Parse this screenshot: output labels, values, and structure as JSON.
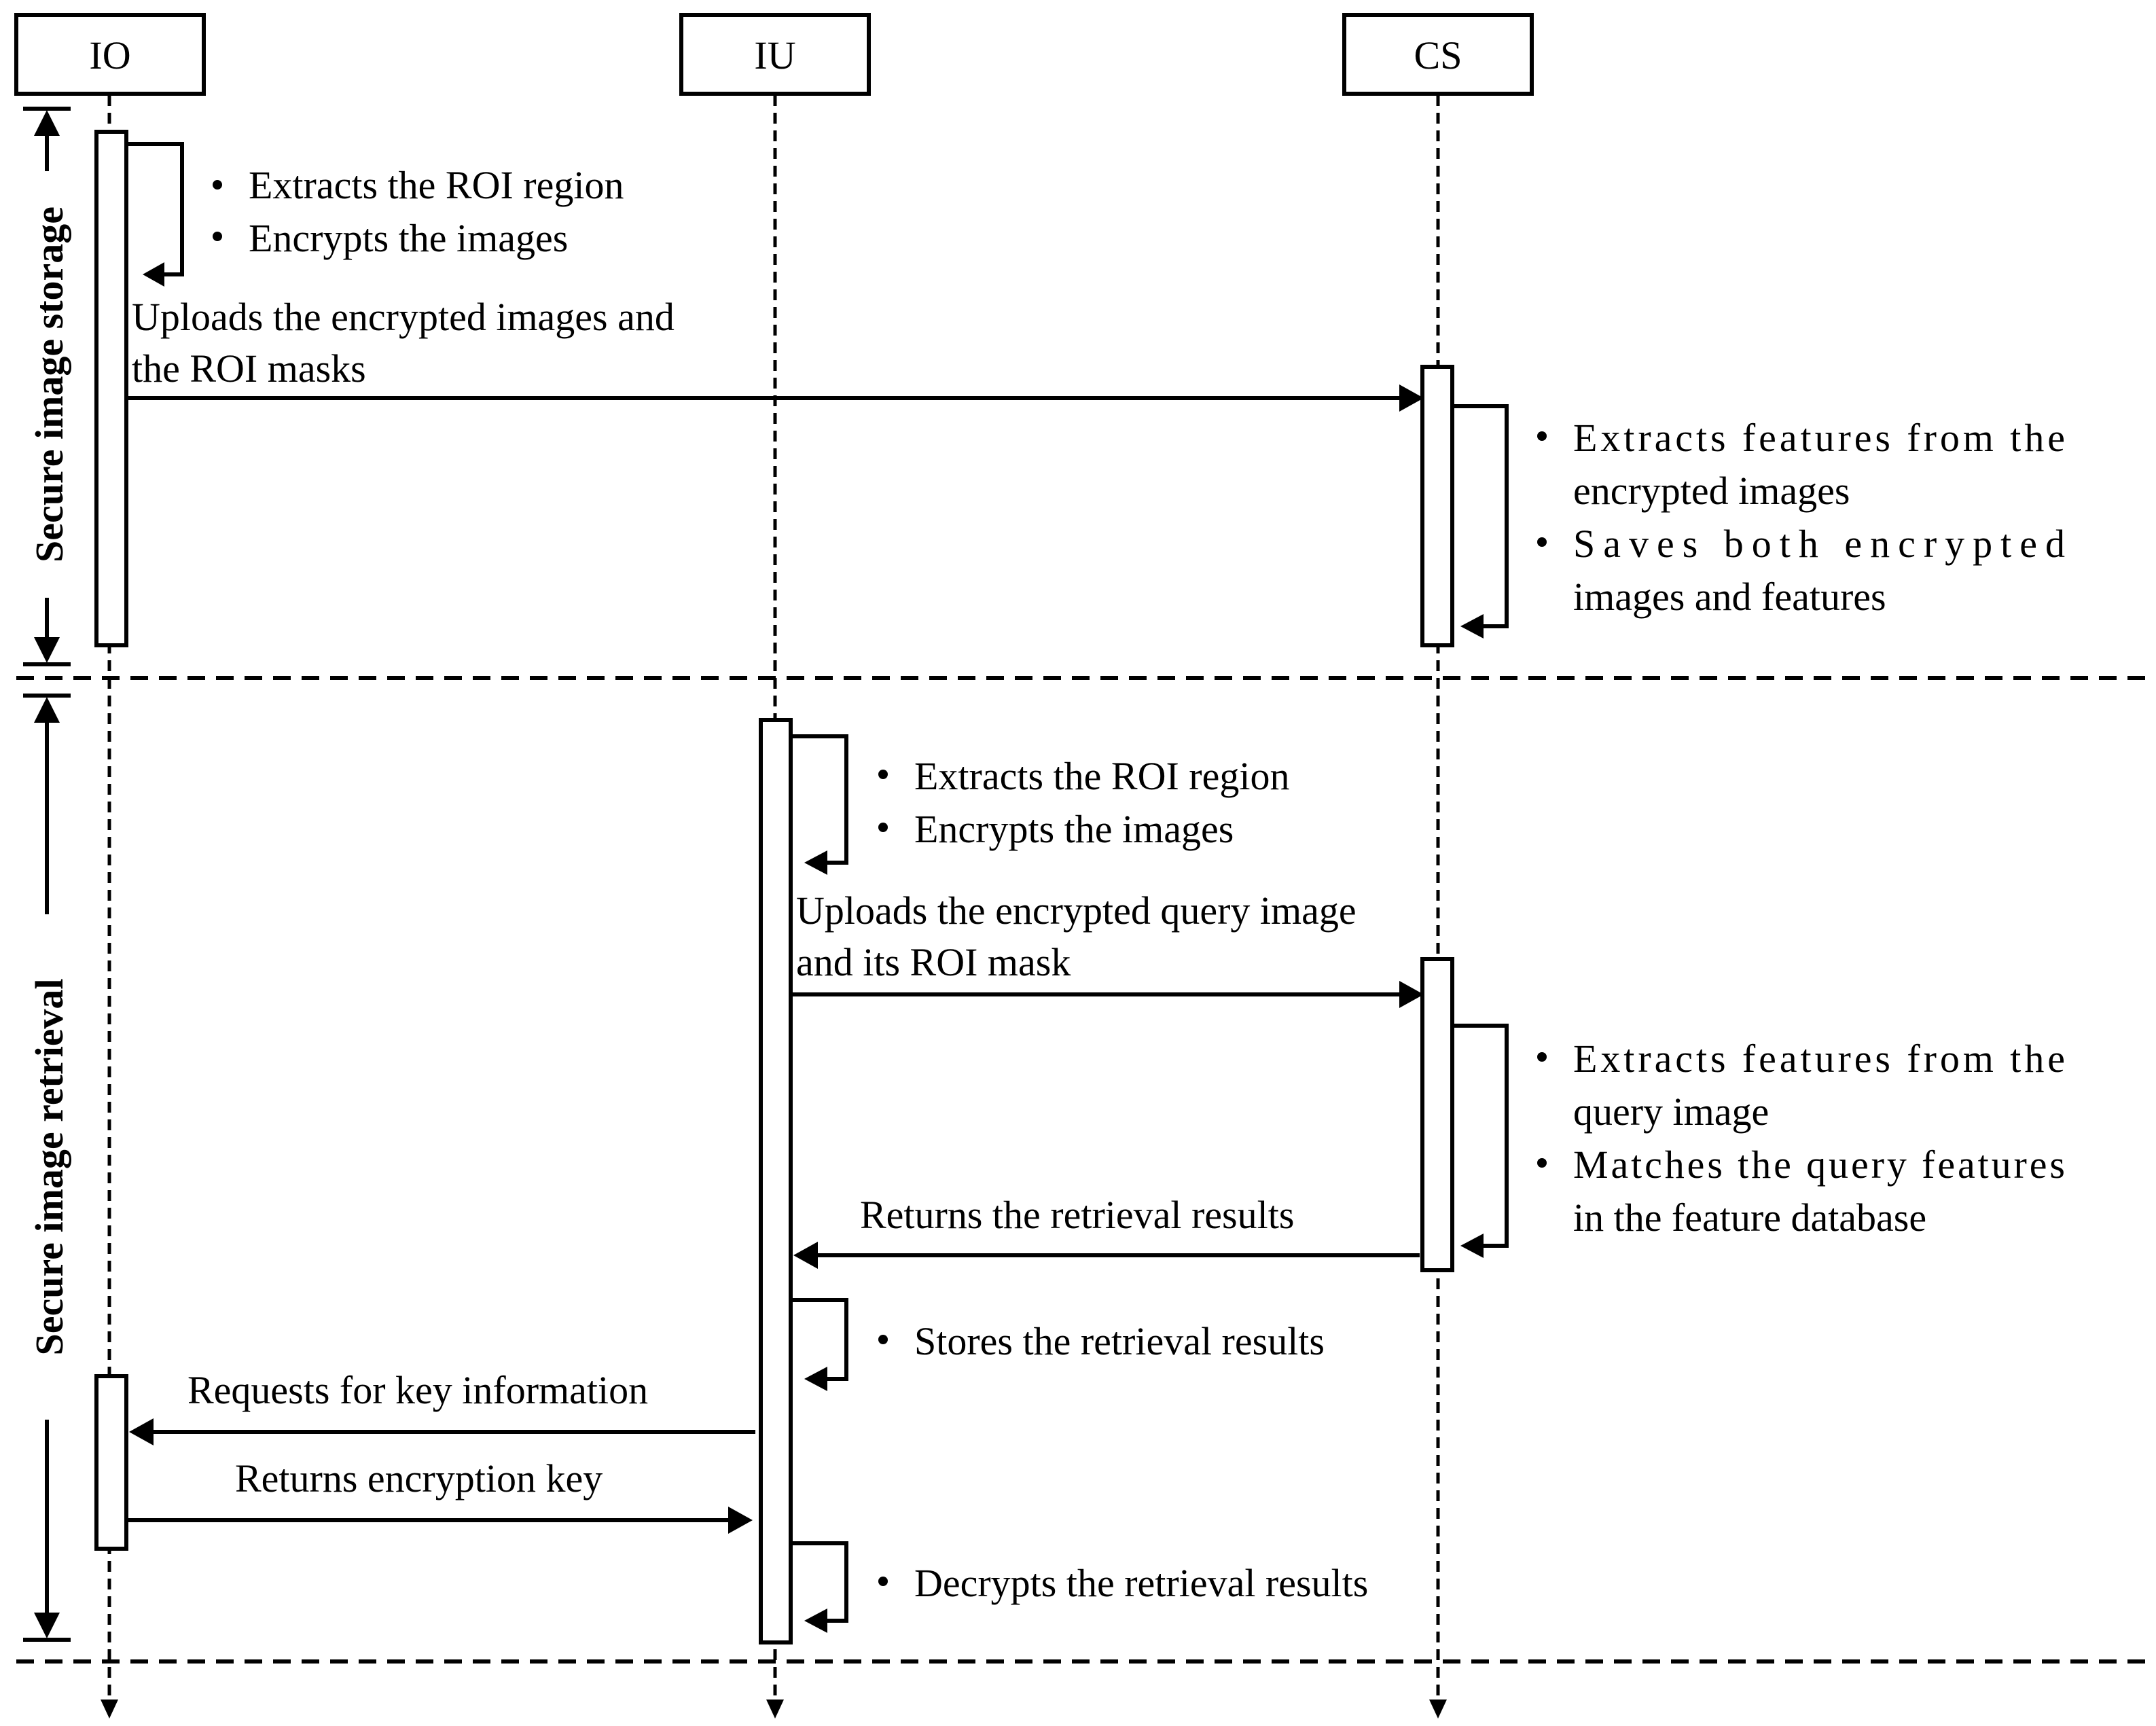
{
  "actors": [
    {
      "id": "io",
      "label": "IO"
    },
    {
      "id": "iu",
      "label": "IU"
    },
    {
      "id": "cs",
      "label": "CS"
    }
  ],
  "phases": [
    {
      "id": "storage",
      "label": "Secure image storage"
    },
    {
      "id": "retrieval",
      "label": "Secure image retrieval"
    }
  ],
  "storage": {
    "io_self_bullets": [
      "Extracts the ROI region",
      "Encrypts the images"
    ],
    "upload_message": [
      "Uploads the encrypted images and",
      "the ROI masks"
    ],
    "cs_self_bullets": [
      [
        "Extracts features from the",
        "encrypted images"
      ],
      [
        "Saves both encrypted",
        "images and features"
      ]
    ]
  },
  "retrieval": {
    "iu_self_bullets": [
      "Extracts the ROI region",
      "Encrypts the images"
    ],
    "upload_message": [
      "Uploads the encrypted query image",
      "and its ROI mask"
    ],
    "cs_self_bullets": [
      [
        "Extracts features from the",
        "query image"
      ],
      [
        "Matches the query features",
        "in the feature database"
      ]
    ],
    "return_results_message": "Returns the retrieval results",
    "store_results_bullet": "Stores the retrieval results",
    "request_key_message": "Requests for key information",
    "return_key_message": "Returns encryption key",
    "decrypt_bullet": "Decrypts the retrieval results"
  }
}
